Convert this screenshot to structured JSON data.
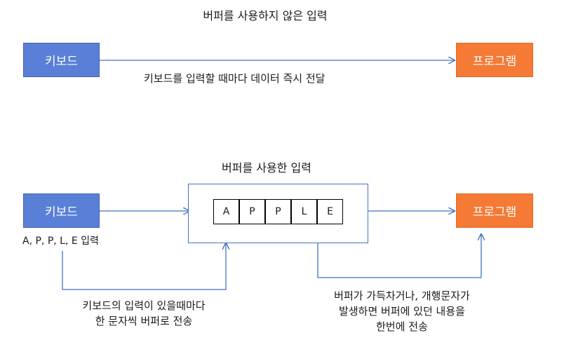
{
  "top": {
    "title": "버퍼를 사용하지 않은 입력",
    "keyboard_label": "키보드",
    "program_label": "프로그램",
    "arrow_caption": "키보드를 입력할 때마다 데이터 즉시 전달"
  },
  "bottom": {
    "title": "버퍼를 사용한 입력",
    "keyboard_label": "키보드",
    "program_label": "프로그램",
    "input_caption": "A, P, P, L, E 입력",
    "buffer_cells": [
      "A",
      "P",
      "P",
      "L",
      "E"
    ],
    "left_note_line1": "키보드의 입력이 있을때마다",
    "left_note_line2": "한 문자씩 버퍼로 전송",
    "right_note_line1": "버퍼가 가득차거나, 개행문자가",
    "right_note_line2": "발생하면 버퍼에 있던 내용을",
    "right_note_line3": "한번에 전송"
  },
  "colors": {
    "keyboard_fill": "#5a7fd6",
    "program_fill": "#f47a36",
    "arrow": "#4472c4"
  }
}
